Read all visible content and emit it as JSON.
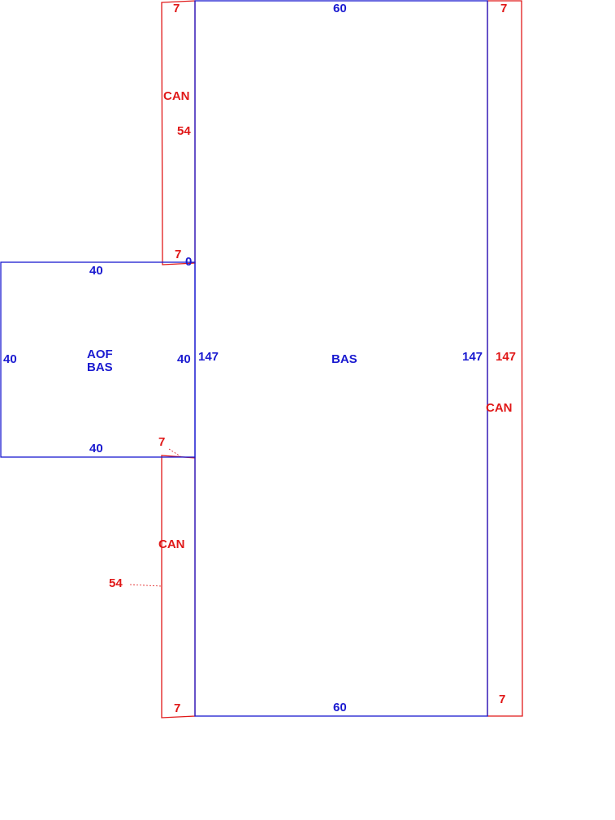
{
  "colors": {
    "bas_outline": "#1a1ad0",
    "can_outline": "#e01818"
  },
  "areas": {
    "bas": "BAS",
    "aof_line1": "AOF",
    "aof_line2": "BAS",
    "can": "CAN"
  },
  "dimensions": {
    "bas_top": "60",
    "bas_bottom": "60",
    "bas_left": "147",
    "bas_right": "147",
    "aof_top": "40",
    "aof_bottom": "40",
    "aof_left": "40",
    "aof_right": "40",
    "junction": "0",
    "can_top_left_top": "7",
    "can_top_left_side": "54",
    "can_top_left_bottom": "7",
    "can_bottom_left_top": "7",
    "can_bottom_left_side": "54",
    "can_bottom_left_bottom": "7",
    "can_right_top": "7",
    "can_right_side": "147",
    "can_right_bottom": "7"
  }
}
